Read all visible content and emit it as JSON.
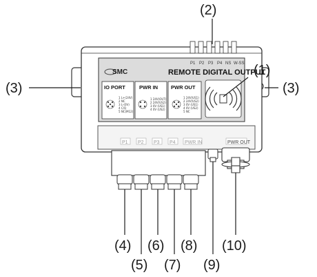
{
  "device": {
    "brand": "SMC",
    "title": "REMOTE DIGITAL OUTPUT",
    "leds": [
      "P1",
      "P2",
      "P3",
      "P4",
      "NS",
      "W-SS"
    ],
    "panels": [
      {
        "header": "IO PORT",
        "specs": [
          "1 L+(24V)",
          "2 NC",
          "3 L-(0V)",
          "4 C/Q",
          "5 NC(M12)"
        ]
      },
      {
        "header": "PWR IN",
        "specs": [
          "1 24V(OUT)",
          "2 24V(US2)",
          "3 0V (US1)",
          "4 0V (US2)"
        ]
      },
      {
        "header": "PWR OUT",
        "specs": [
          "1 24V(US1)",
          "2 24V(US2)",
          "3 0V (US1)",
          "4 0V (US2)",
          "5 NC"
        ]
      }
    ],
    "bottom_ports": [
      "P1",
      "P2",
      "P3",
      "P4",
      "PWR IN",
      "PWR OUT"
    ]
  },
  "callouts": {
    "c1": "(1)",
    "c2": "(2)",
    "c3_left": "(3)",
    "c3_right": "(3)",
    "c4": "(4)",
    "c5": "(5)",
    "c6": "(6)",
    "c7": "(7)",
    "c8": "(8)",
    "c9": "(9)",
    "c10": "(10)"
  }
}
